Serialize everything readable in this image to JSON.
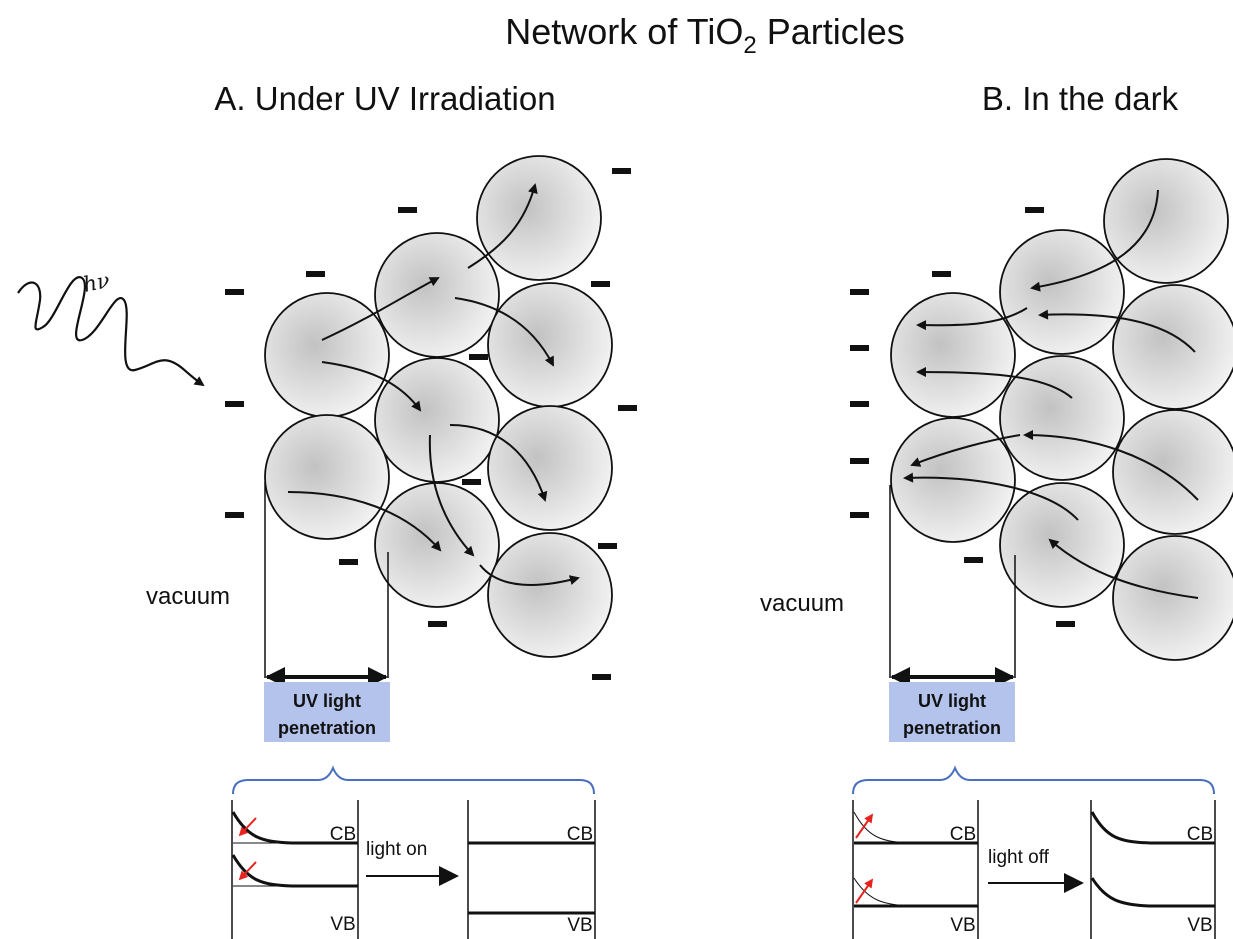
{
  "title": {
    "prefix": "Network of TiO",
    "subscript": "2",
    "suffix": " Particles"
  },
  "panel_a": {
    "heading": "A. Under UV Irradiation",
    "vacuum": "vacuum",
    "uv_line1": "UV light",
    "uv_line2": "penetration",
    "photon": "hν",
    "top_band": "CB",
    "bottom_band": "VB",
    "arrow_label": "light on",
    "right_top_band": "CB",
    "right_bottom_band": "VB"
  },
  "panel_b": {
    "heading": "B. In the dark",
    "vacuum": "vacuum",
    "uv_line1": "UV light",
    "uv_line2": "penetration",
    "top_band": "CB",
    "bottom_band": "VB",
    "arrow_label": "light off",
    "right_top_band": "CB",
    "right_bottom_band": "VB"
  },
  "colors": {
    "particle_center": "#c4c4c4",
    "particle_edge": "#f2f2f2",
    "uv_box": "#b3c3ec",
    "brace": "#4a6fbf",
    "red_arrow": "#e8231f",
    "ink": "#111111"
  }
}
